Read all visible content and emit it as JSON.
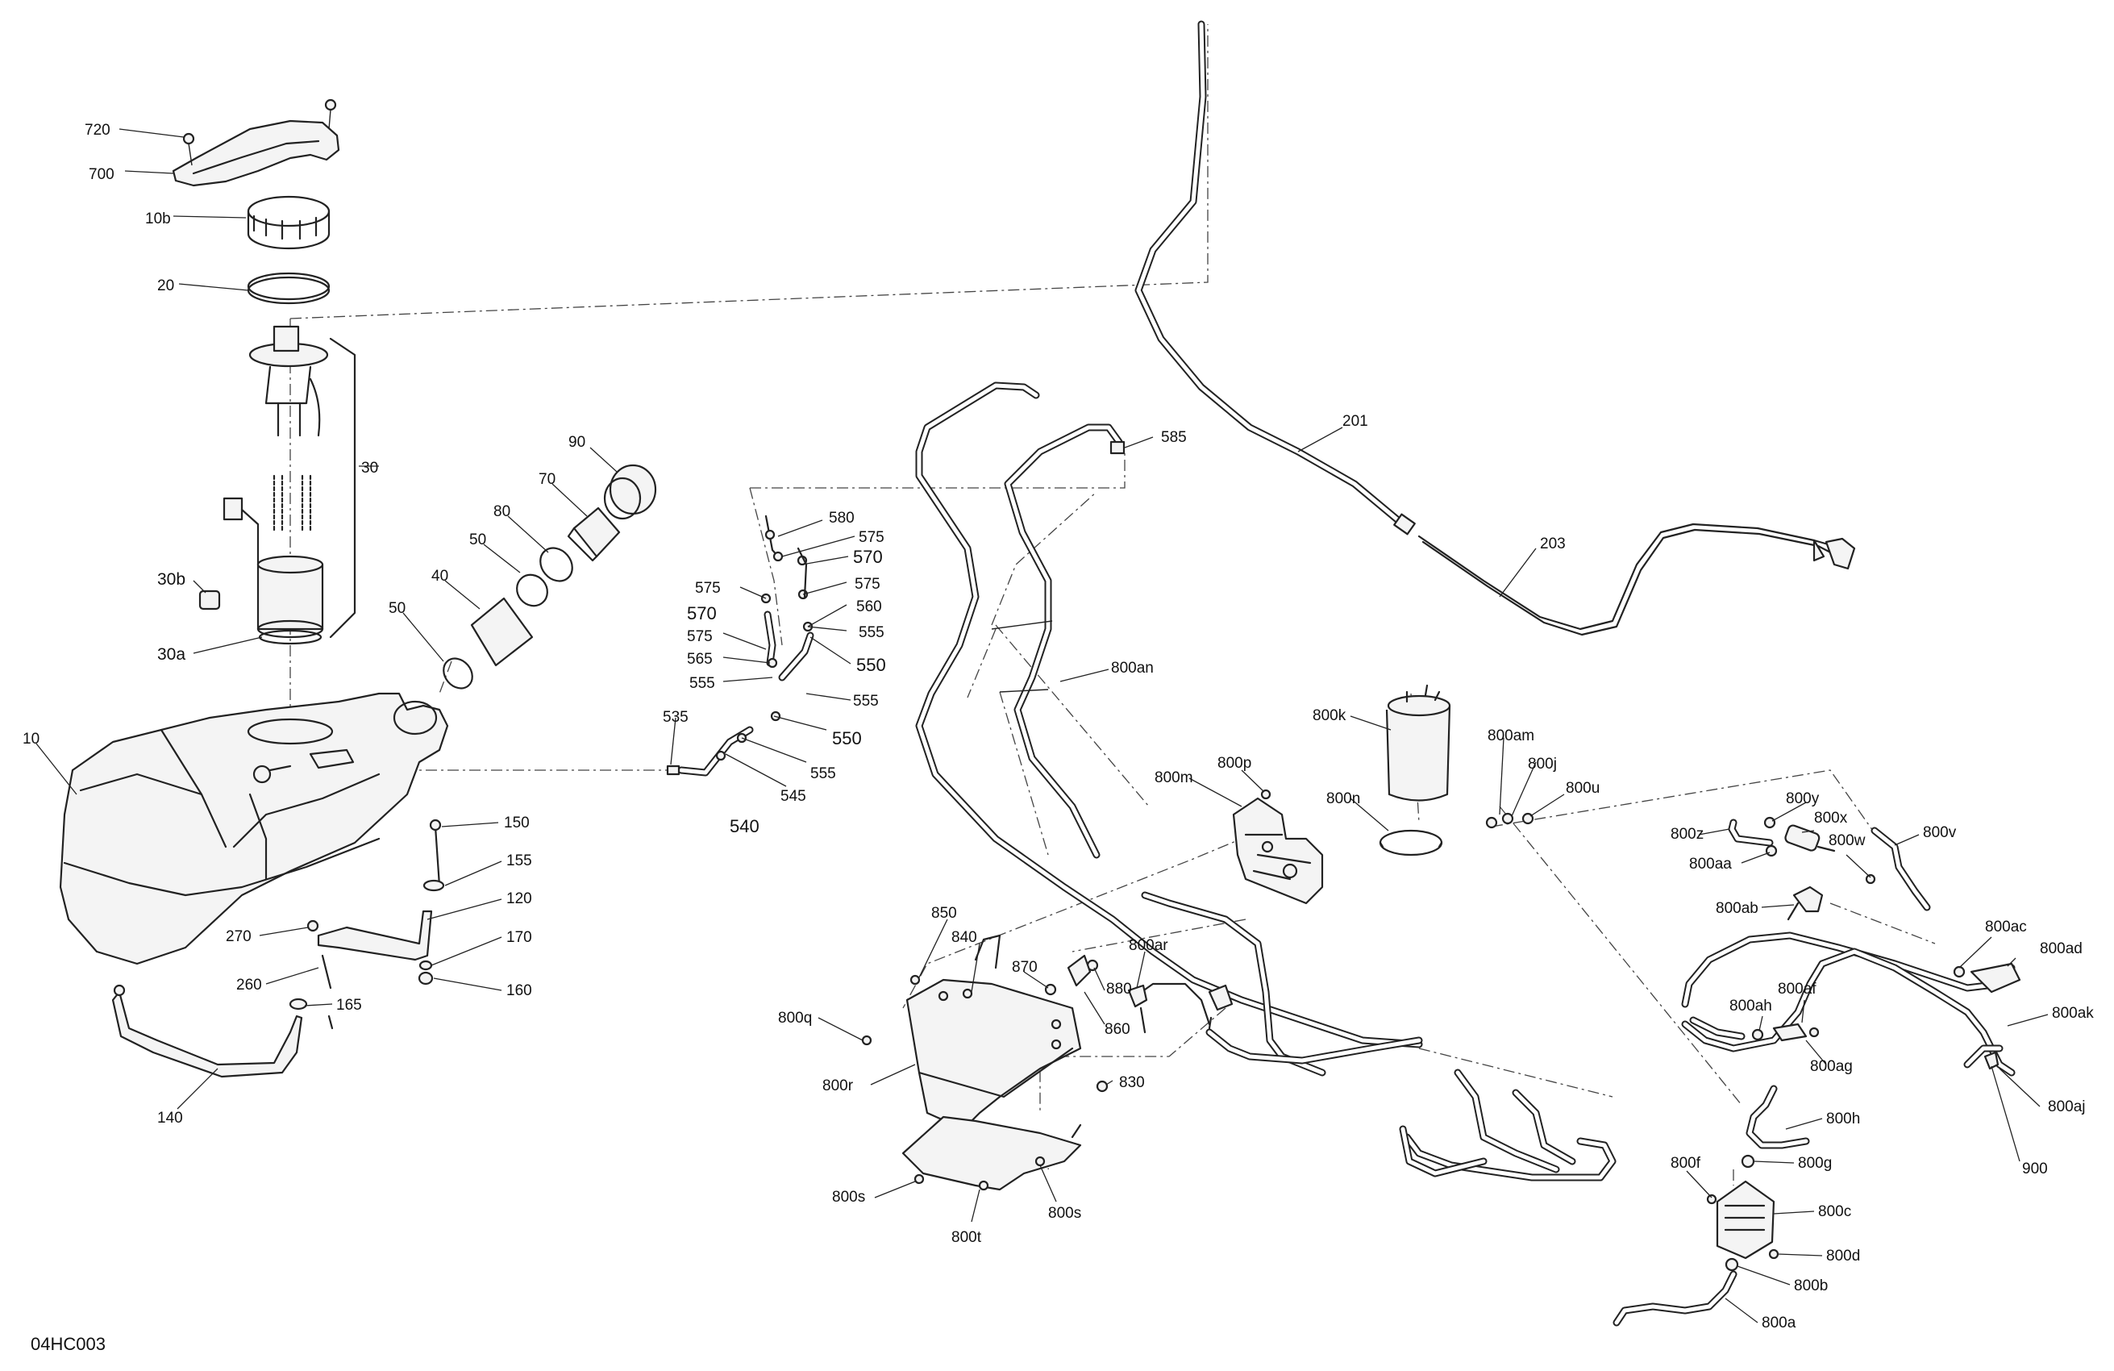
{
  "drawing_code": "04HC003",
  "labels": [
    {
      "id": "p720",
      "text": "720"
    },
    {
      "id": "p700",
      "text": "700"
    },
    {
      "id": "p10b",
      "text": "10b"
    },
    {
      "id": "p20",
      "text": "20"
    },
    {
      "id": "p30",
      "text": "30"
    },
    {
      "id": "p30b",
      "text": "30b"
    },
    {
      "id": "p30a",
      "text": "30a"
    },
    {
      "id": "p90",
      "text": "90"
    },
    {
      "id": "p70",
      "text": "70"
    },
    {
      "id": "p80",
      "text": "80"
    },
    {
      "id": "p50a",
      "text": "50"
    },
    {
      "id": "p40",
      "text": "40"
    },
    {
      "id": "p50b",
      "text": "50"
    },
    {
      "id": "p10",
      "text": "10"
    },
    {
      "id": "p150",
      "text": "150"
    },
    {
      "id": "p155",
      "text": "155"
    },
    {
      "id": "p120",
      "text": "120"
    },
    {
      "id": "p270",
      "text": "270"
    },
    {
      "id": "p170",
      "text": "170"
    },
    {
      "id": "p260",
      "text": "260"
    },
    {
      "id": "p165",
      "text": "165"
    },
    {
      "id": "p160",
      "text": "160"
    },
    {
      "id": "p140",
      "text": "140"
    },
    {
      "id": "p580",
      "text": "580"
    },
    {
      "id": "p575a",
      "text": "575"
    },
    {
      "id": "p570a",
      "text": "570"
    },
    {
      "id": "p575b",
      "text": "575"
    },
    {
      "id": "p575c",
      "text": "575"
    },
    {
      "id": "p560",
      "text": "560"
    },
    {
      "id": "p570b",
      "text": "570"
    },
    {
      "id": "p575d",
      "text": "575"
    },
    {
      "id": "p555a",
      "text": "555"
    },
    {
      "id": "p565",
      "text": "565"
    },
    {
      "id": "p550a",
      "text": "550"
    },
    {
      "id": "p555b",
      "text": "555"
    },
    {
      "id": "p555c",
      "text": "555"
    },
    {
      "id": "p535",
      "text": "535"
    },
    {
      "id": "p550b",
      "text": "550"
    },
    {
      "id": "p555d",
      "text": "555"
    },
    {
      "id": "p545",
      "text": "545"
    },
    {
      "id": "p540",
      "text": "540"
    },
    {
      "id": "p585",
      "text": "585"
    },
    {
      "id": "p201",
      "text": "201"
    },
    {
      "id": "p203",
      "text": "203"
    },
    {
      "id": "p800an",
      "text": "800an"
    },
    {
      "id": "p800k",
      "text": "800k"
    },
    {
      "id": "p800am",
      "text": "800am"
    },
    {
      "id": "p800j",
      "text": "800j"
    },
    {
      "id": "p800u",
      "text": "800u"
    },
    {
      "id": "p800n",
      "text": "800n"
    },
    {
      "id": "p800m",
      "text": "800m"
    },
    {
      "id": "p800p",
      "text": "800p"
    },
    {
      "id": "p800y",
      "text": "800y"
    },
    {
      "id": "p800z",
      "text": "800z"
    },
    {
      "id": "p800x",
      "text": "800x"
    },
    {
      "id": "p800v",
      "text": "800v"
    },
    {
      "id": "p800w",
      "text": "800w"
    },
    {
      "id": "p800aa",
      "text": "800aa"
    },
    {
      "id": "p800ab",
      "text": "800ab"
    },
    {
      "id": "p800ac",
      "text": "800ac"
    },
    {
      "id": "p800ad",
      "text": "800ad"
    },
    {
      "id": "p800af",
      "text": "800af"
    },
    {
      "id": "p800ah",
      "text": "800ah"
    },
    {
      "id": "p800ak",
      "text": "800ak"
    },
    {
      "id": "p800ag",
      "text": "800ag"
    },
    {
      "id": "p800aj",
      "text": "800aj"
    },
    {
      "id": "p900",
      "text": "900"
    },
    {
      "id": "p800h",
      "text": "800h"
    },
    {
      "id": "p800f",
      "text": "800f"
    },
    {
      "id": "p800g",
      "text": "800g"
    },
    {
      "id": "p800c",
      "text": "800c"
    },
    {
      "id": "p800d",
      "text": "800d"
    },
    {
      "id": "p800b",
      "text": "800b"
    },
    {
      "id": "p800a",
      "text": "800a"
    },
    {
      "id": "p850",
      "text": "850"
    },
    {
      "id": "p840",
      "text": "840"
    },
    {
      "id": "p870",
      "text": "870"
    },
    {
      "id": "p800ar",
      "text": "800ar"
    },
    {
      "id": "p880",
      "text": "880"
    },
    {
      "id": "p860",
      "text": "860"
    },
    {
      "id": "p800q",
      "text": "800q"
    },
    {
      "id": "p800r",
      "text": "800r"
    },
    {
      "id": "p830",
      "text": "830"
    },
    {
      "id": "p800s1",
      "text": "800s"
    },
    {
      "id": "p800s2",
      "text": "800s"
    },
    {
      "id": "p800t",
      "text": "800t"
    }
  ]
}
